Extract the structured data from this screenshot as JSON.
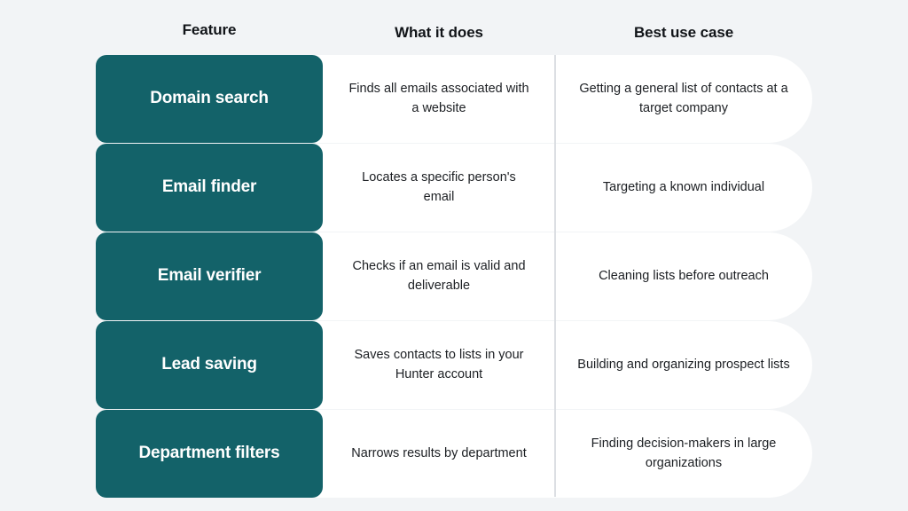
{
  "table": {
    "columns": [
      {
        "key": "feature",
        "label": "Feature"
      },
      {
        "key": "what_it_does",
        "label": "What it does"
      },
      {
        "key": "best_use_case",
        "label": "Best use case"
      }
    ],
    "rows": [
      {
        "feature": "Domain search",
        "what_it_does": "Finds all emails associated with a website",
        "best_use_case": "Getting a general list of contacts at a target company"
      },
      {
        "feature": "Email finder",
        "what_it_does": "Locates a specific person's email",
        "best_use_case": "Targeting a known individual"
      },
      {
        "feature": "Email verifier",
        "what_it_does": "Checks if an email is valid and deliverable",
        "best_use_case": "Cleaning lists before outreach"
      },
      {
        "feature": "Lead saving",
        "what_it_does": "Saves contacts to lists in your Hunter account",
        "best_use_case": "Building and organizing prospect lists"
      },
      {
        "feature": "Department filters",
        "what_it_does": "Narrows results by department",
        "best_use_case": "Finding decision-makers in large organizations"
      }
    ]
  },
  "colors": {
    "page_background": "#f2f4f6",
    "row_background": "#ffffff",
    "feature_chip": "#136269",
    "feature_chip_text": "#ffffff",
    "header_text": "#111418",
    "body_text": "#1c1f23",
    "divider": "#dcdfe3"
  }
}
